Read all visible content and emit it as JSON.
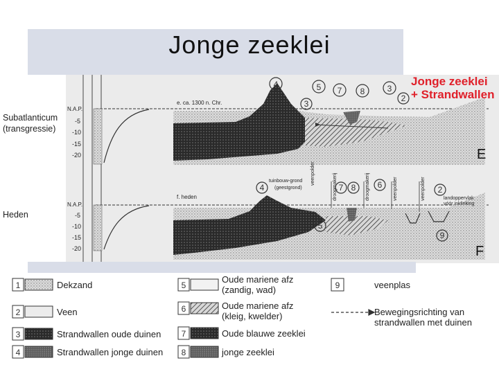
{
  "title": "Jonge zeeklei",
  "annotation": {
    "line1": "Jonge zeeklei",
    "line2": "+ Strandwallen",
    "color": "#e0202a"
  },
  "sections": {
    "top": {
      "label_line1": "Subatlanticum",
      "label_line2": "(transgressie)",
      "time": "e. ca. 1300 n. Chr.",
      "letter": "E"
    },
    "bottom": {
      "label": "Heden",
      "time": "f. heden",
      "letter": "F"
    }
  },
  "axis": {
    "nap": "N.A.P.",
    "ticks": [
      "-5",
      "-10",
      "-15",
      "-20"
    ]
  },
  "small_labels": {
    "tuinbouw": "tuinbouw-grond",
    "geestgrond": "(geestgrond)",
    "veenpolder": "veenpolder",
    "droogmakerij": "droogmakerij",
    "landoppervlak1": "landoppervlak",
    "landoppervlak2": "vóór inklinking"
  },
  "legend": [
    {
      "num": "1",
      "label": "Dekzand"
    },
    {
      "num": "2",
      "label": "Veen"
    },
    {
      "num": "3",
      "label": "Strandwallen oude duinen"
    },
    {
      "num": "4",
      "label": "Strandwallen jonge duinen"
    },
    {
      "num": "5",
      "label": "Oude mariene afz (zandig, wad)"
    },
    {
      "num": "6",
      "label": "Oude mariene afz (kleig, kwelder)"
    },
    {
      "num": "7",
      "label": "Oude blauwe zeeklei"
    },
    {
      "num": "8",
      "label": "jonge zeeklei"
    },
    {
      "num": "9",
      "label": "veenplas"
    },
    {
      "num": "",
      "label": "Bewegingsrichting van strandwallen met duinen"
    }
  ],
  "legend_lines": {
    "l5a": "Oude mariene afz",
    "l5b": "(zandig, wad)",
    "l6a": "Oude mariene afz",
    "l6b": "(kleig, kwelder)",
    "l10a": "Bewegingsrichting van",
    "l10b": "strandwallen met duinen"
  }
}
